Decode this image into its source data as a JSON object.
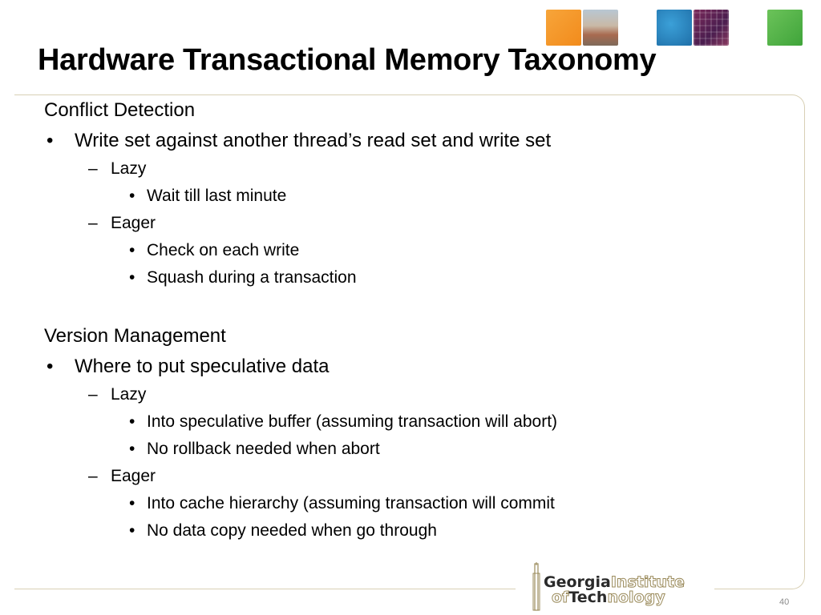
{
  "slide": {
    "title": "Hardware Transactional Memory Taxonomy",
    "page_number": "40"
  },
  "sections": [
    {
      "heading": "Conflict Detection",
      "bullet": "Write set against another thread’s read set and write set",
      "subs": [
        {
          "label": "Lazy",
          "items": [
            "Wait till last minute"
          ]
        },
        {
          "label": "Eager",
          "items": [
            "Check on each write",
            "Squash during a transaction"
          ]
        }
      ]
    },
    {
      "heading": "Version Management",
      "bullet": "Where to put speculative data",
      "subs": [
        {
          "label": "Lazy",
          "items": [
            "Into speculative buffer (assuming transaction will abort)",
            "No rollback needed when abort"
          ]
        },
        {
          "label": "Eager",
          "items": [
            "Into cache hierarchy (assuming transaction will commit",
            "No data copy needed when go through"
          ]
        }
      ]
    }
  ],
  "symbols": {
    "bullet": "•",
    "dash": "–"
  },
  "logo": {
    "part1_bold": "Georgia",
    "part1_outline": "Institute",
    "part2_outline_a": "of",
    "part2_bold": "Tech",
    "part2_outline_b": "nology"
  },
  "colors": {
    "accent_orange": "#f28b1c",
    "accent_blue": "#1f6fa8",
    "accent_green": "#3fa43a",
    "frame": "#d8d0b5"
  }
}
